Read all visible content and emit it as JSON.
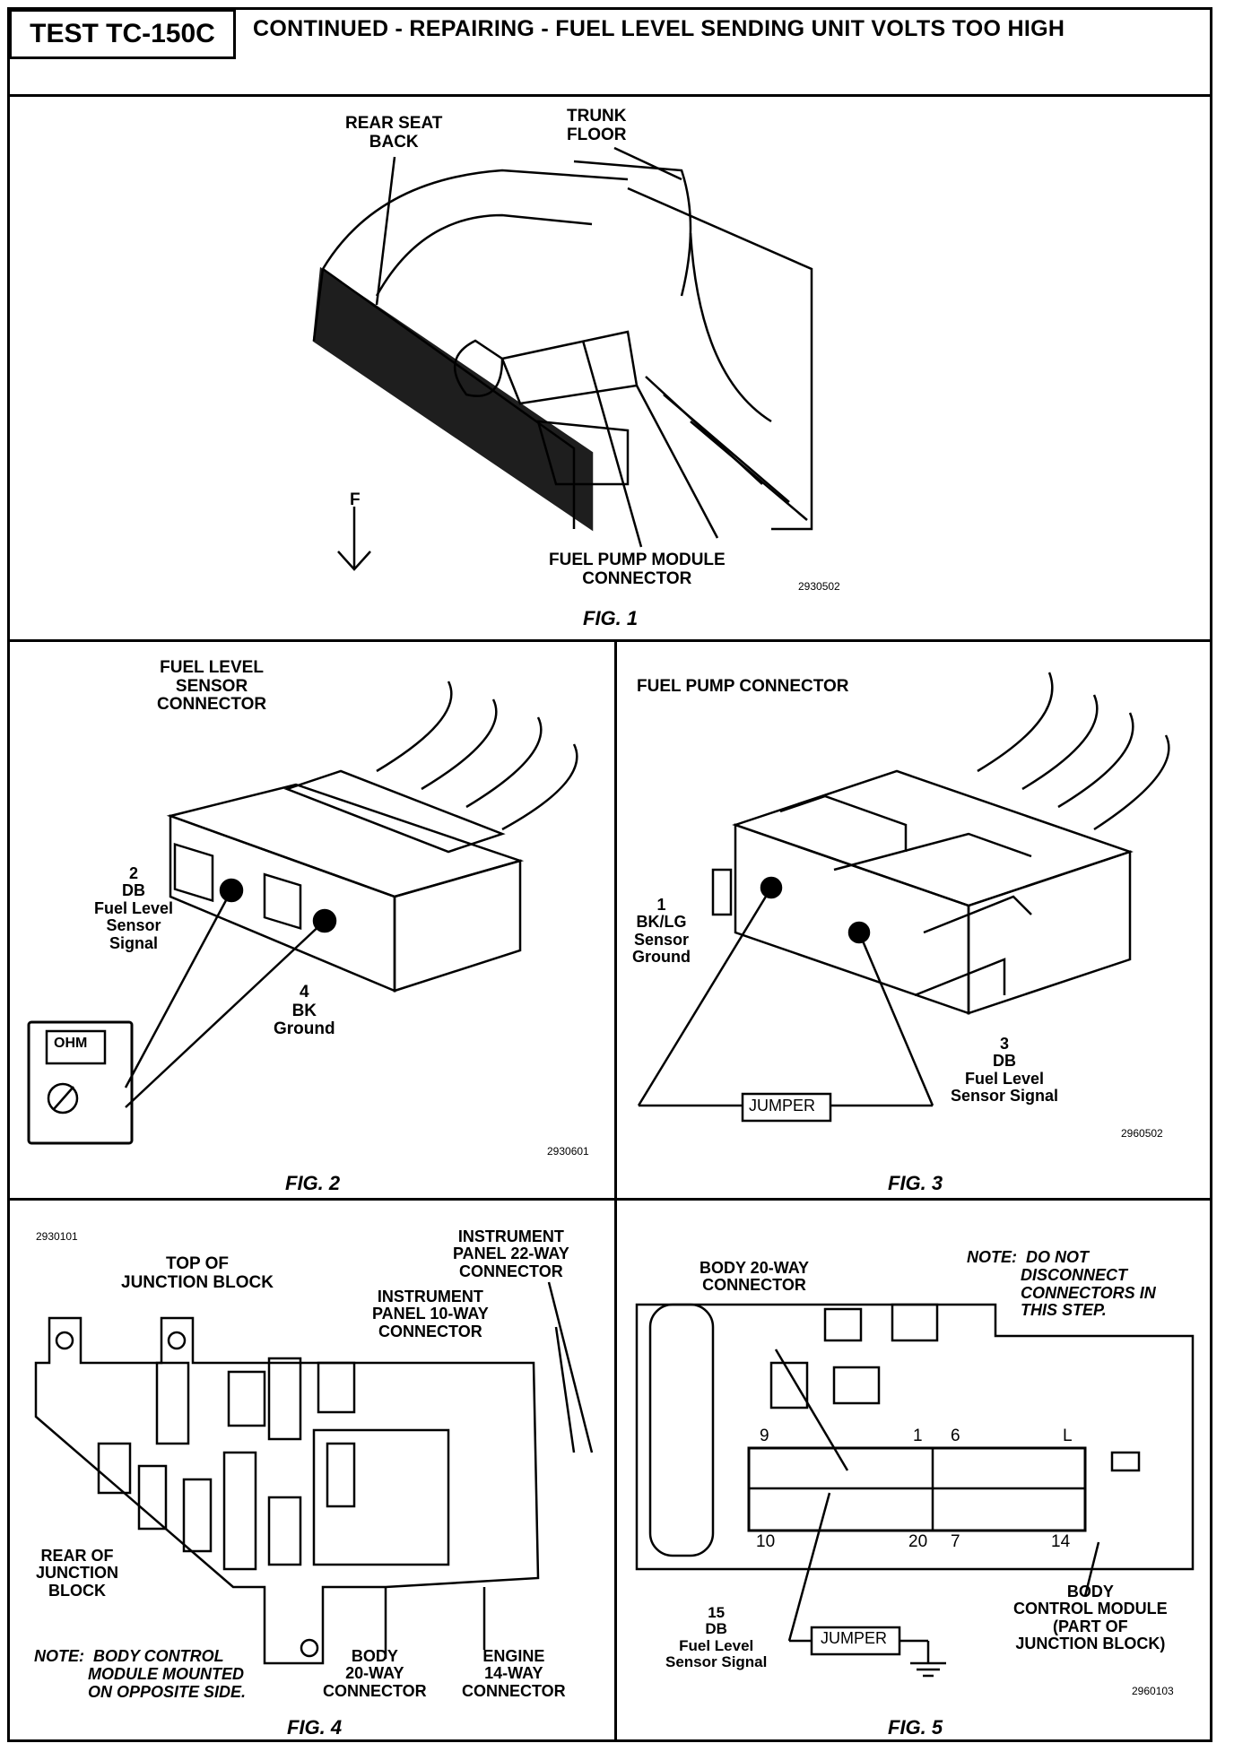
{
  "header": {
    "test_id": "TEST TC-150C",
    "title": "CONTINUED -  REPAIRING - FUEL LEVEL SENDING UNIT VOLTS TOO HIGH"
  },
  "fig1": {
    "caption": "FIG. 1",
    "labels": {
      "rear_seat_back": "REAR SEAT\nBACK",
      "trunk_floor": "TRUNK\nFLOOR",
      "forward": "F",
      "connector": "FUEL PUMP MODULE\nCONNECTOR"
    },
    "code": "2930502"
  },
  "fig2": {
    "caption": "FIG. 2",
    "labels": {
      "connector": "FUEL LEVEL\nSENSOR\nCONNECTOR",
      "pin2": "2\nDB\nFuel Level\nSensor\nSignal",
      "pin4": "4\nBK\nGround",
      "meter": "OHM"
    },
    "code": "2930601"
  },
  "fig3": {
    "caption": "FIG. 3",
    "labels": {
      "connector": "FUEL PUMP CONNECTOR",
      "pin1": "1\nBK/LG\nSensor\nGround",
      "pin3": "3\nDB\nFuel Level\nSensor Signal",
      "jumper": "JUMPER"
    },
    "code": "2960502"
  },
  "fig4": {
    "caption": "FIG. 4",
    "labels": {
      "top": "TOP OF\nJUNCTION BLOCK",
      "ip22": "INSTRUMENT\nPANEL 22-WAY\nCONNECTOR",
      "ip10": "INSTRUMENT\nPANEL 10-WAY\nCONNECTOR",
      "rear": "REAR OF\nJUNCTION\nBLOCK",
      "body20": "BODY\n20-WAY\nCONNECTOR",
      "engine14": "ENGINE\n14-WAY\nCONNECTOR",
      "note": "NOTE:  BODY CONTROL\n            MODULE MOUNTED\n            ON OPPOSITE SIDE."
    },
    "code": "2930101"
  },
  "fig5": {
    "caption": "FIG. 5",
    "labels": {
      "body20": "BODY 20-WAY\nCONNECTOR",
      "note": "NOTE:  DO NOT\n            DISCONNECT\n            CONNECTORS IN\n            THIS STEP.",
      "pin15": "15\nDB\nFuel Level\nSensor Signal",
      "jumper": "JUMPER",
      "bcm": "BODY\nCONTROL MODULE\n(PART OF\nJUNCTION BLOCK)"
    },
    "pins": {
      "p9": "9",
      "p1": "1",
      "p6": "6",
      "pL": "L",
      "p10": "10",
      "p20": "20",
      "p7": "7",
      "p14": "14"
    },
    "code": "2960103"
  }
}
